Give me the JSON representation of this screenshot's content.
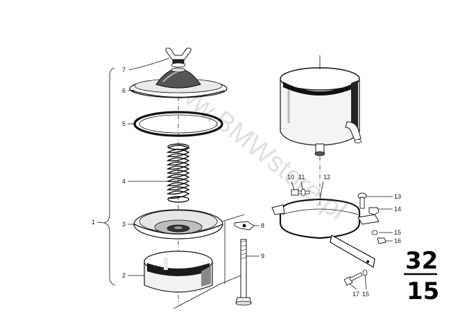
{
  "watermark": "www.BMWstore.pl",
  "page_number": {
    "top": "32",
    "bottom": "15"
  },
  "callouts": [
    "7",
    "6",
    "5",
    "4",
    "1",
    "3",
    "2",
    "8",
    "9",
    "10",
    "11",
    "12",
    "13",
    "14",
    "15",
    "16",
    "17",
    "15"
  ]
}
